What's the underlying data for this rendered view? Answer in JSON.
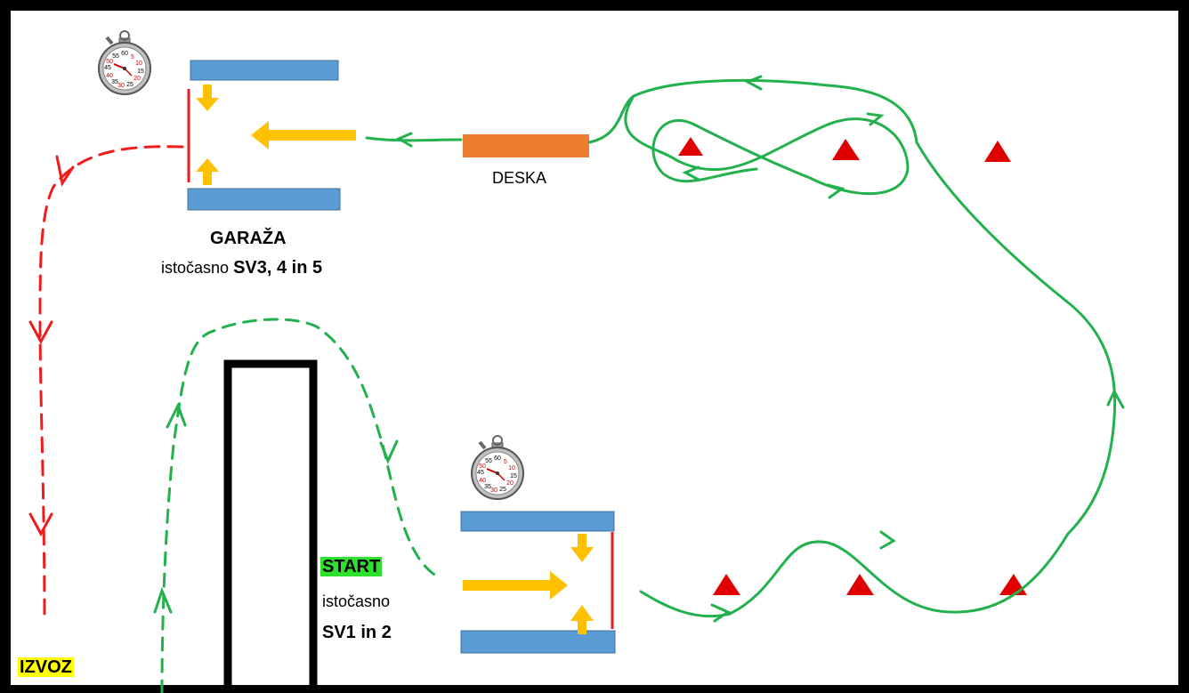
{
  "labels": {
    "deska": "DESKA",
    "garaza_title": "GARAŽA",
    "garaza_prefix": "istočasno",
    "garaza_sv": "SV3, 4 in 5",
    "start_title": "START",
    "start_line2": "istočasno",
    "start_line3": "SV1 in 2",
    "izvoz": "IZVOZ"
  },
  "colors": {
    "frame": "#000000",
    "garage_bar": "#5b9bd5",
    "deska": "#ed7d31",
    "yellow_arrow": "#ffc000",
    "green_path": "#22b14c",
    "red_path": "#ee1c1c",
    "cone": "#e00000",
    "highlight_green": "#2fe12f",
    "highlight_yellow": "#ffff00"
  },
  "icons": {
    "stopwatch_top": "stopwatch-icon",
    "stopwatch_bottom": "stopwatch-icon",
    "cone": "triangle-icon"
  }
}
